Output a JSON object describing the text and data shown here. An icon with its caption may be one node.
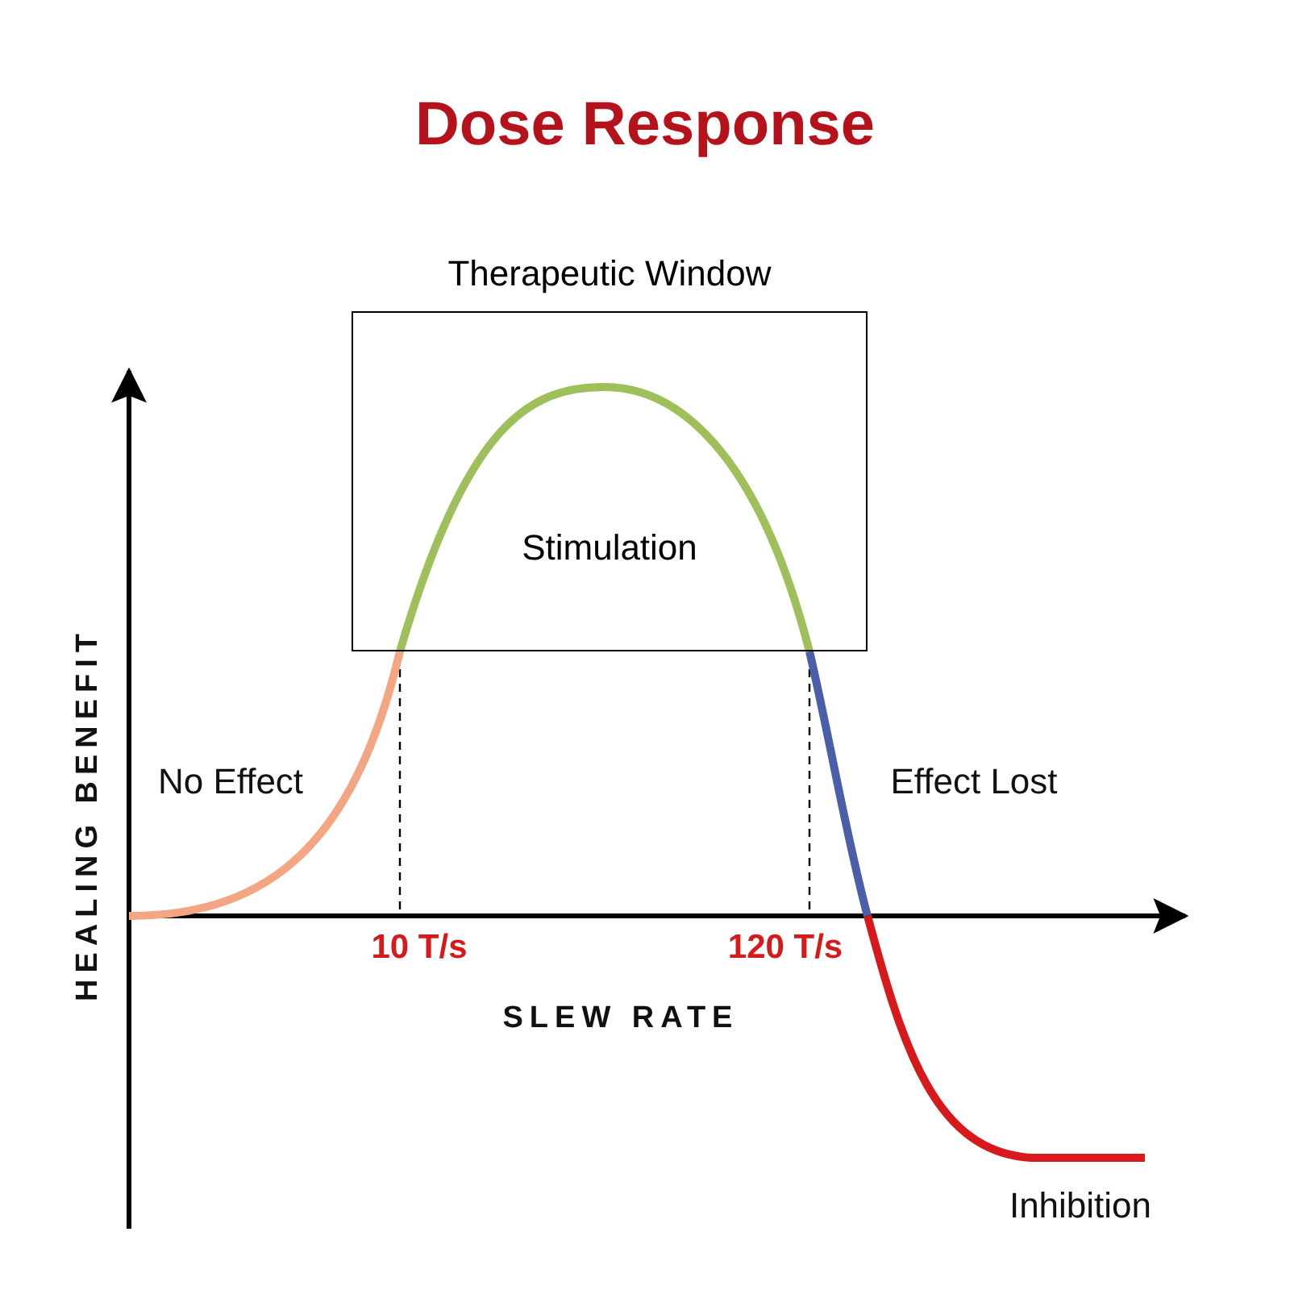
{
  "diagram": {
    "title": "Dose Response",
    "nodes": [
      {
        "text": [
          "Therapeutic Window",
          "Stimulation"
        ]
      }
    ],
    "labels": [
      "No Effect",
      "Effect Lost",
      "10 T/s",
      "120 T/s",
      "SLEW RATE",
      "HEALING BENEFIT",
      "Inhibition"
    ]
  }
}
